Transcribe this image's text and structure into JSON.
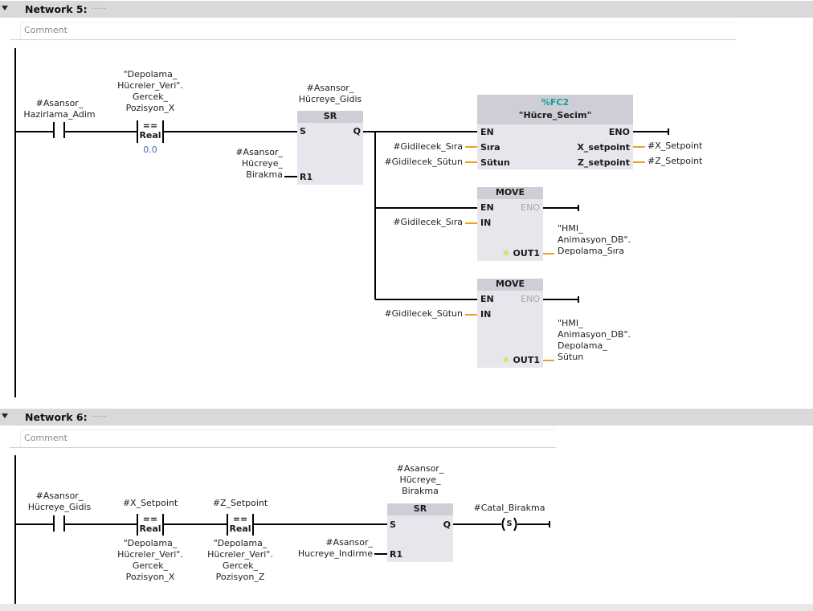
{
  "networks": [
    {
      "title": "Network 5:",
      "dots": ".....",
      "comment_placeholder": "Comment",
      "contact1": {
        "operand": [
          "#Asansor_",
          "Hazirlama_Adim"
        ]
      },
      "compare1": {
        "operand_top": [
          "\"Depolama_",
          "Hücreler_Veri\".",
          "Gercek_",
          "Pozisyon_X"
        ],
        "operator": "==",
        "type": "Real",
        "operand_bottom": "0.0"
      },
      "sr": {
        "instance": [
          "#Asansor_",
          "Hücreye_Gidis"
        ],
        "title": "SR",
        "pin_s": "S",
        "pin_q": "Q",
        "pin_r1": "R1",
        "r1_operand": [
          "#Asansor_",
          "Hücreye_",
          "Birakma"
        ]
      },
      "fc": {
        "number": "%FC2",
        "name": "\"Hücre_Secim\"",
        "pin_en": "EN",
        "pin_eno": "ENO",
        "inputs": [
          {
            "pin": "Sıra",
            "operand": "#Gidilecek_Sıra"
          },
          {
            "pin": "Sütun",
            "operand": "#Gidilecek_Sütun"
          }
        ],
        "outputs": [
          {
            "pin": "X_setpoint",
            "operand": "#X_Setpoint"
          },
          {
            "pin": "Z_setpoint",
            "operand": "#Z_Setpoint"
          }
        ]
      },
      "moves": [
        {
          "title": "MOVE",
          "pin_en": "EN",
          "pin_eno": "ENO",
          "pin_in": "IN",
          "pin_out": "OUT1",
          "in_operand": "#Gidilecek_Sıra",
          "out_operand": [
            "\"HMI_",
            "Animasyon_DB\".",
            "Depolama_Sıra"
          ]
        },
        {
          "title": "MOVE",
          "pin_en": "EN",
          "pin_eno": "ENO",
          "pin_in": "IN",
          "pin_out": "OUT1",
          "in_operand": "#Gidilecek_Sütun",
          "out_operand": [
            "\"HMI_",
            "Animasyon_DB\".",
            "Depolama_",
            "Sütun"
          ]
        }
      ]
    },
    {
      "title": "Network 6:",
      "dots": ".....",
      "comment_placeholder": "Comment",
      "contact1": {
        "operand": [
          "#Asansor_",
          "Hücreye_Gidis"
        ]
      },
      "compare1": {
        "operand_top": "#X_Setpoint",
        "operator": "==",
        "type": "Real",
        "operand_bottom": [
          "\"Depolama_",
          "Hücreler_Veri\".",
          "Gercek_",
          "Pozisyon_X"
        ]
      },
      "compare2": {
        "operand_top": "#Z_Setpoint",
        "operator": "==",
        "type": "Real",
        "operand_bottom": [
          "\"Depolama_",
          "Hücreler_Veri\".",
          "Gercek_",
          "Pozisyon_Z"
        ]
      },
      "sr": {
        "instance": [
          "#Asansor_",
          "Hücreye_",
          "Birakma"
        ],
        "title": "SR",
        "pin_s": "S",
        "pin_q": "Q",
        "pin_r1": "R1",
        "r1_operand": [
          "#Asansor_",
          "Hucreye_Indirme"
        ]
      },
      "coil": {
        "type": "S",
        "operand": "#Catal_Birakma"
      }
    }
  ],
  "colors": {
    "header_bg": "#d9d9d9",
    "box_bg": "#e6e6ec",
    "box_head_bg": "#cdced6",
    "wire": "#000000",
    "param_wire": "#f0a020",
    "fc_number": "#1a9a9a",
    "constant": "#3f6fb5"
  }
}
